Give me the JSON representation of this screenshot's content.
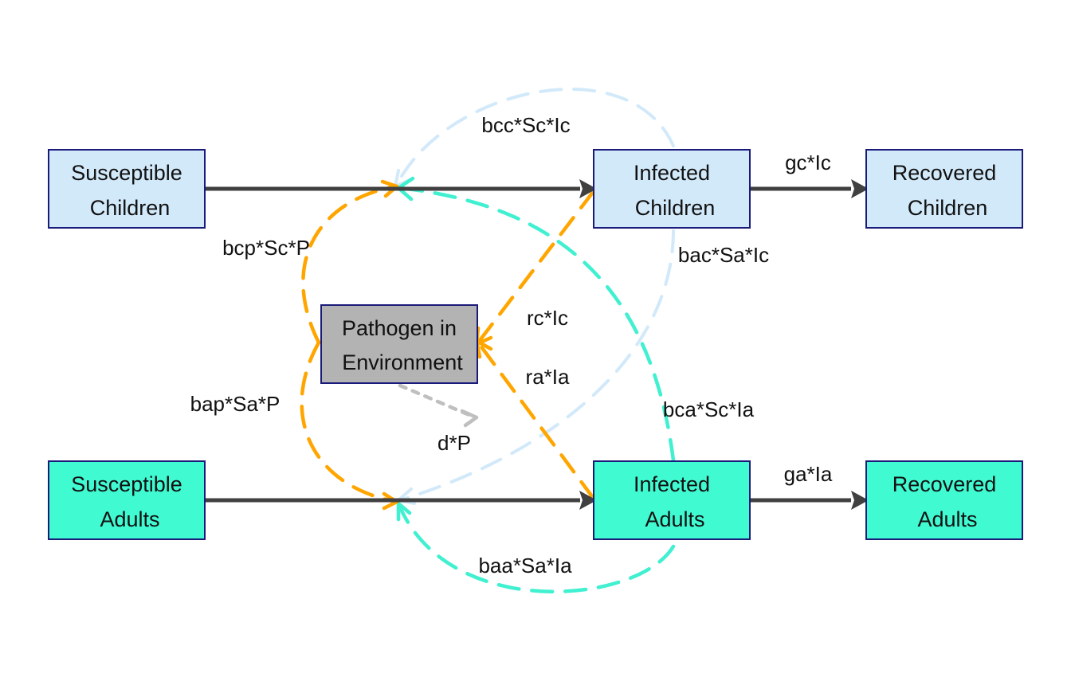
{
  "colors": {
    "children_fill": "#D2E9FA",
    "adults_fill": "#40FAD2",
    "pathogen_fill": "#B3B3B3",
    "node_border": "#1A1A7A",
    "flow_arrow": "#404040",
    "children_interaction": "#D2E9FA",
    "adults_interaction": "#40F0D0",
    "pathogen_interaction": "#FFA500",
    "decay_arrow": "#BFBFBF"
  },
  "nodes": {
    "susceptible_children": {
      "line1": "Susceptible",
      "line2": "Children"
    },
    "infected_children": {
      "line1": "Infected",
      "line2": "Children"
    },
    "recovered_children": {
      "line1": "Recovered",
      "line2": "Children"
    },
    "pathogen": {
      "line1": "Pathogen in",
      "line2": "Environment"
    },
    "susceptible_adults": {
      "line1": "Susceptible",
      "line2": "Adults"
    },
    "infected_adults": {
      "line1": "Infected",
      "line2": "Adults"
    },
    "recovered_adults": {
      "line1": "Recovered",
      "line2": "Adults"
    }
  },
  "edges": {
    "bcc": "bcc*Sc*Ic",
    "gc": "gc*Ic",
    "bcp": "bcp*Sc*P",
    "bac": "bac*Sa*Ic",
    "rc": "rc*Ic",
    "ra": "ra*Ia",
    "bap": "bap*Sa*P",
    "bca": "bca*Sc*Ia",
    "d": "d*P",
    "ga": "ga*Ia",
    "baa": "baa*Sa*Ia"
  }
}
